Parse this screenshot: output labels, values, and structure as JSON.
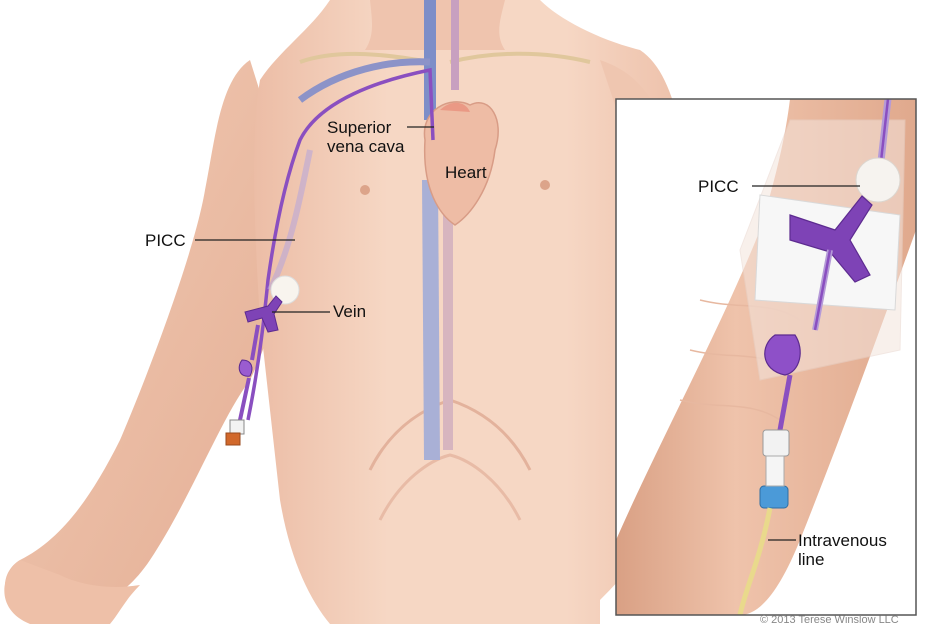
{
  "labels": {
    "svc_line1": "Superior",
    "svc_line2": "vena cava",
    "heart": "Heart",
    "picc_main": "PICC",
    "vein": "Vein",
    "picc_inset": "PICC",
    "iv_line1": "Intravenous",
    "iv_line2": "line"
  },
  "copyright": "© 2013 Terese Winslow LLC",
  "colors": {
    "skin": "#f3cfba",
    "skin_shadow": "#e6b49b",
    "catheter": "#8a4fc0",
    "catheter_dark": "#5d2b90",
    "vein": "#8f86c6",
    "heart": "#eec0aa",
    "iv_tube": "#e9d98c",
    "connector": "#4b9ad8"
  }
}
